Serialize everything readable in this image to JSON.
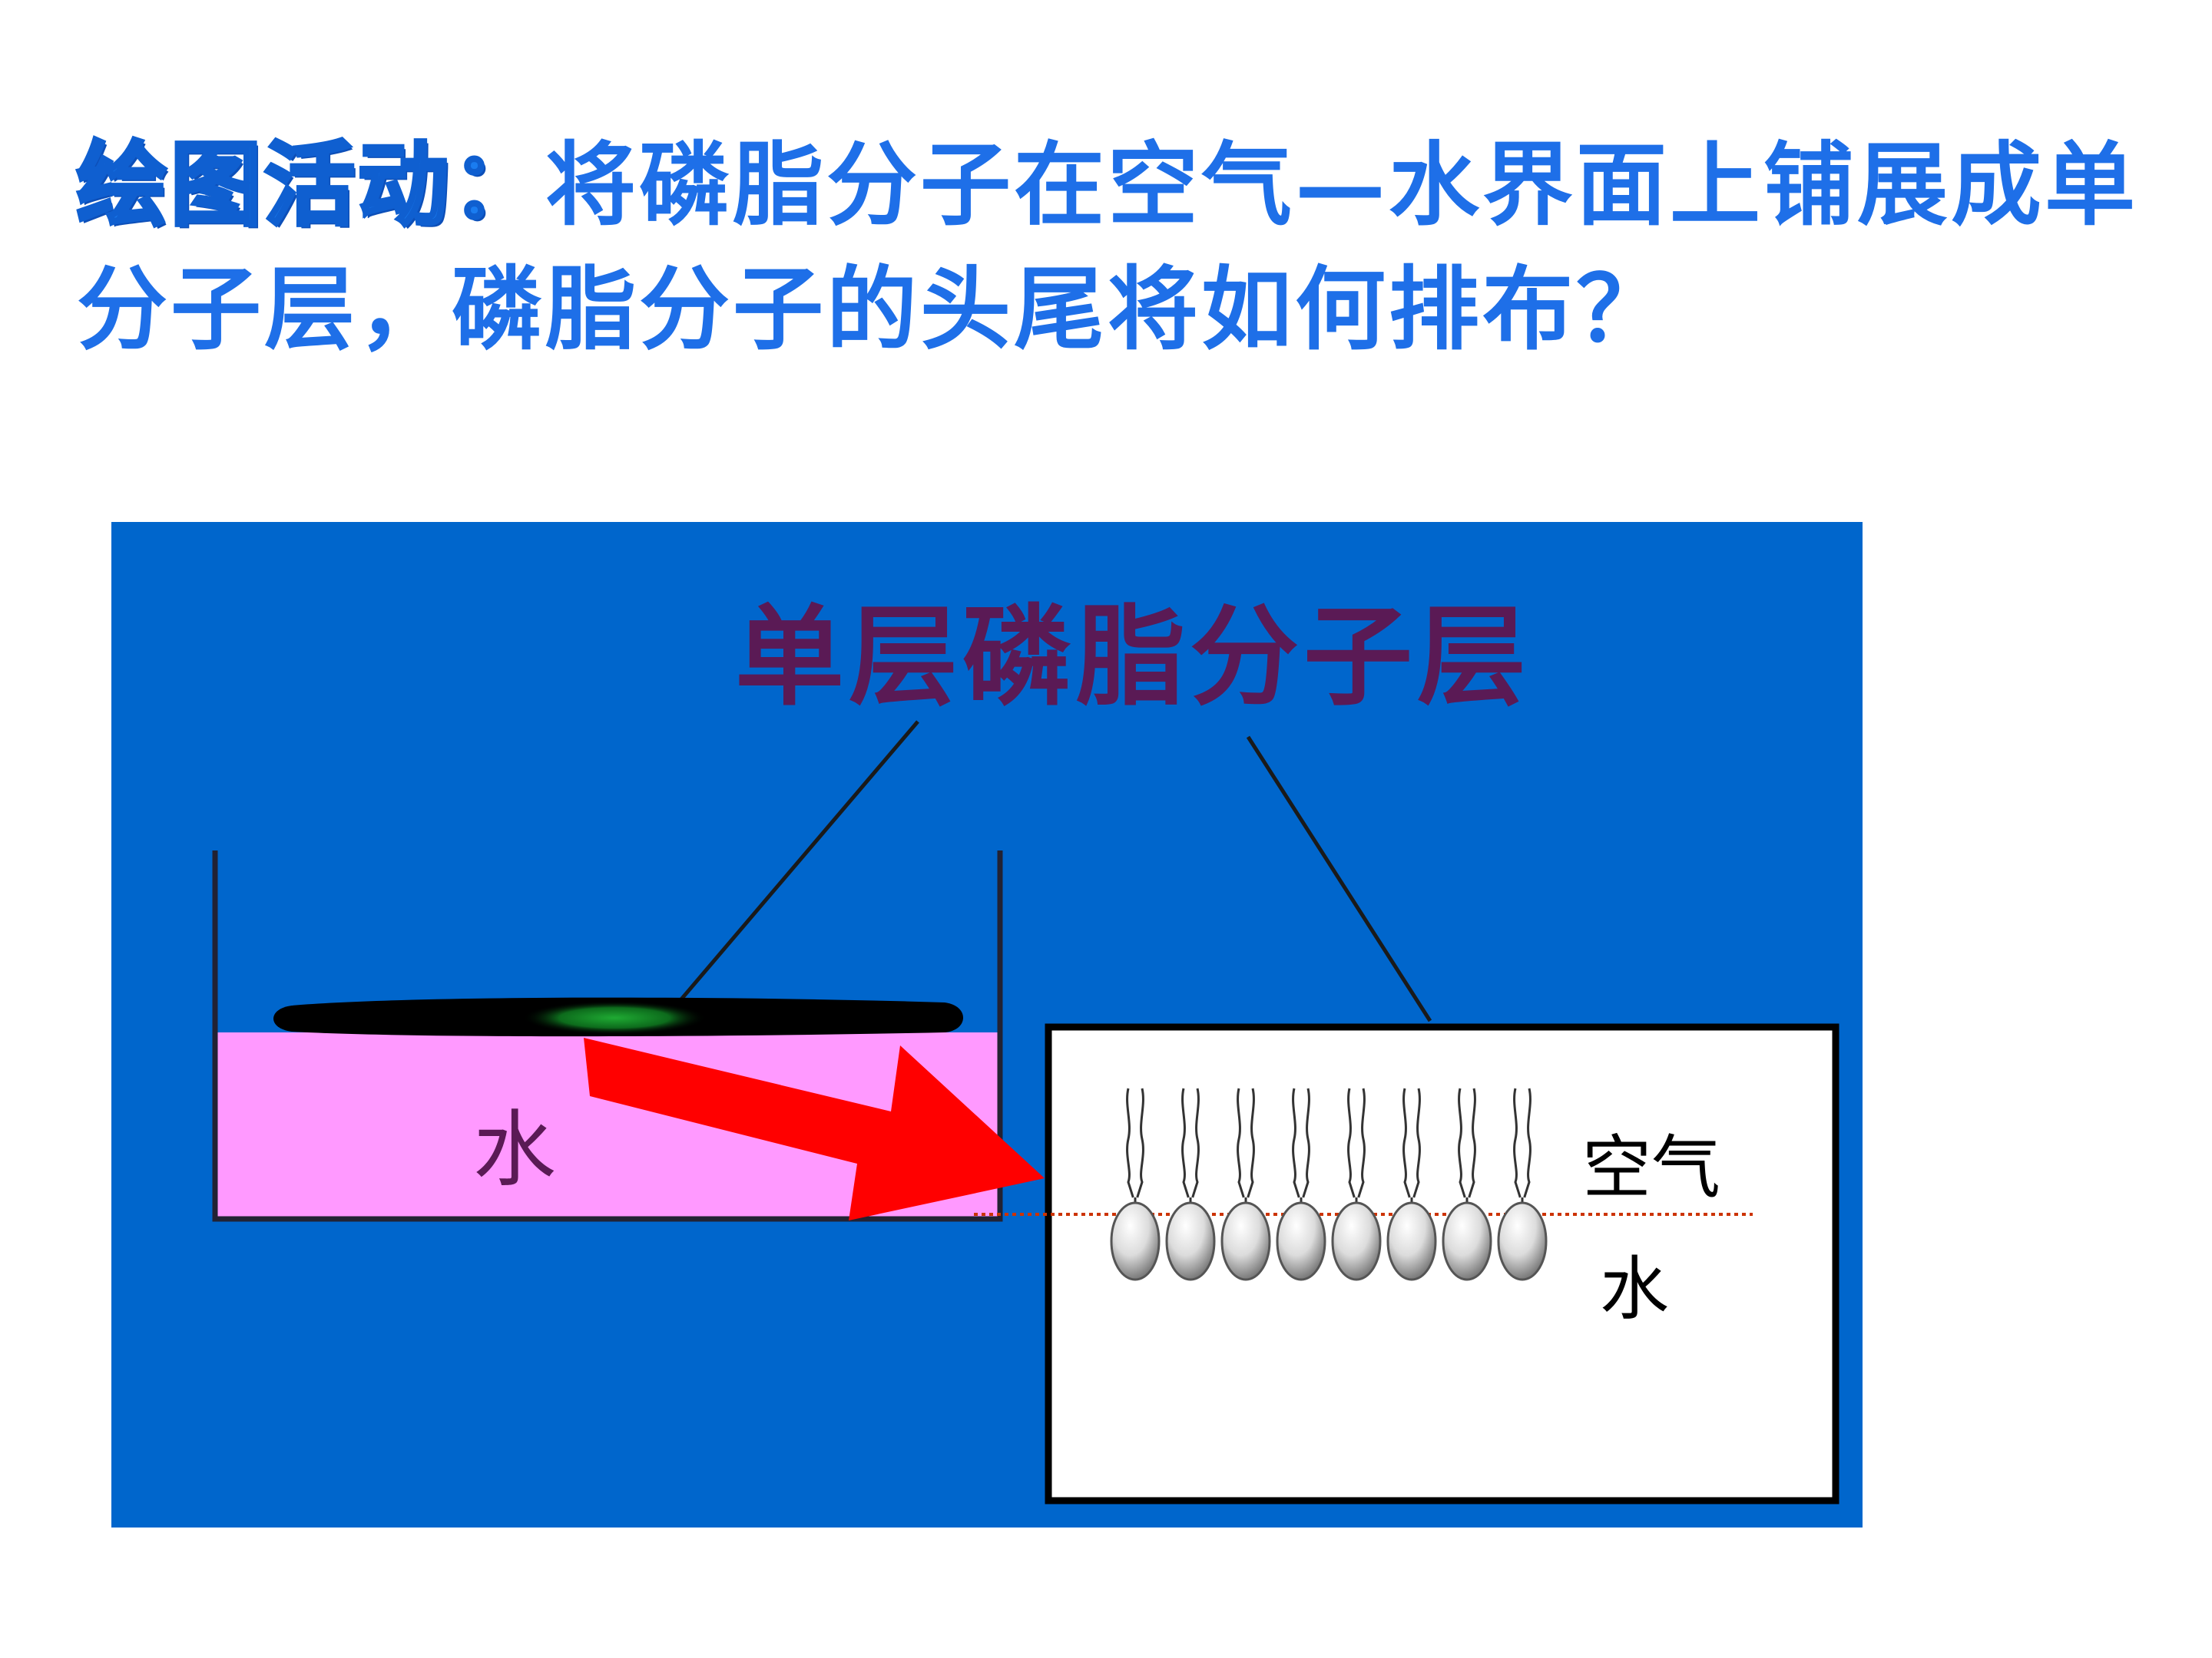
{
  "question": {
    "lead": "绘图活动：",
    "body": "将磷脂分子在空气—水界面上铺展成单分子层，磷脂分子的头尾将如何排布？"
  },
  "figure": {
    "title": "单层磷脂分子层",
    "beaker_water_label": "水",
    "inset_air_label": "空气",
    "inset_water_label": "水",
    "phospholipid_count": 8,
    "colors": {
      "question_text": "#1e6fe8",
      "panel_background": "#0066cc",
      "title_text": "#5a1a55",
      "water_fill": "#ff99ff",
      "film": "#000000",
      "arrow": "#ff0000",
      "interface_line": "#cc3300"
    }
  }
}
